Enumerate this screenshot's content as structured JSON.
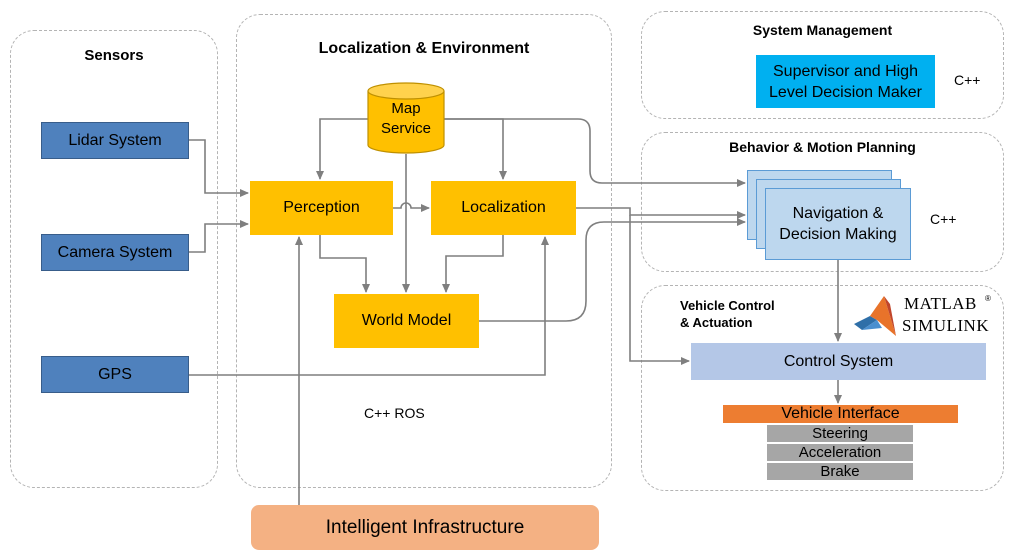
{
  "panels": {
    "sensors": "Sensors",
    "localization": "Localization & Environment",
    "system_management": "System Management",
    "behavior": "Behavior & Motion Planning",
    "vehicle_control": "Vehicle Control\n& Actuation"
  },
  "sensors": {
    "lidar": "Lidar System",
    "camera": "Camera System",
    "gps": "GPS"
  },
  "localization": {
    "map_service": "Map\nService",
    "perception": "Perception",
    "localization": "Localization",
    "world_model": "World Model",
    "note": "C++ ROS"
  },
  "system_management": {
    "supervisor": "Supervisor and High\nLevel Decision Maker",
    "lang": "C++"
  },
  "behavior": {
    "navigation": "Navigation &\nDecision Making",
    "lang": "C++"
  },
  "vehicle_control": {
    "control_system": "Control System",
    "vehicle_interface": "Vehicle Interface",
    "steering": "Steering",
    "acceleration": "Acceleration",
    "brake": "Brake"
  },
  "logo": {
    "line1": "MATLAB",
    "line2": "SIMULINK",
    "trademark": "®"
  },
  "infrastructure": "Intelligent Infrastructure",
  "colors": {
    "sensor": "#4f81bd",
    "yellow": "#ffc000",
    "cyan": "#00b0f0",
    "light_blue": "#bdd7ee",
    "control": "#b4c7e7",
    "orange": "#ed7d31",
    "gray": "#a6a6a6",
    "infra": "#f4b183",
    "arrow": "#7f7f7f"
  }
}
